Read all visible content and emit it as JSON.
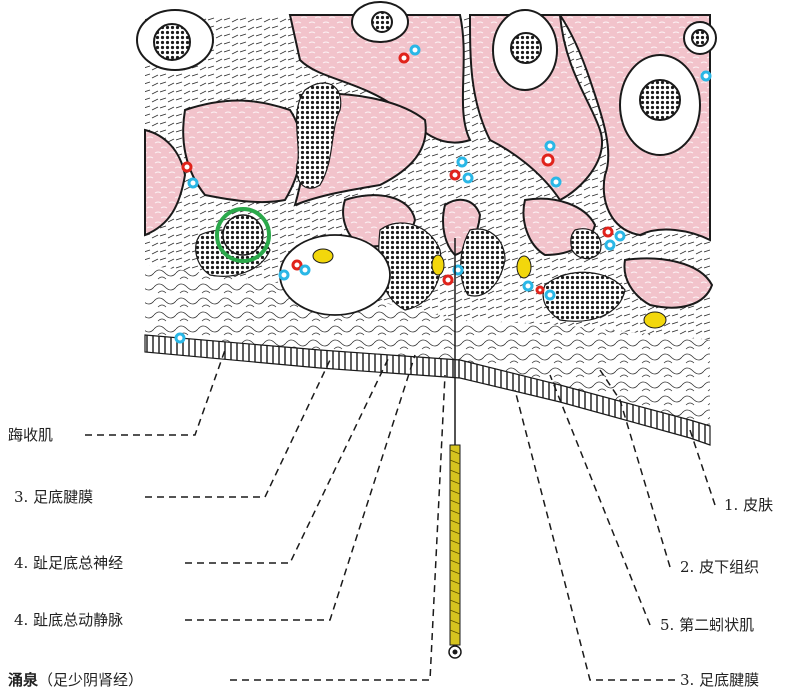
{
  "labels_left": [
    {
      "key": "hallucis",
      "text": "踇收肌"
    },
    {
      "key": "aponeurosis_left",
      "text": "3. 足底腱膜"
    },
    {
      "key": "nerve",
      "text": "4. 趾足底总神经"
    },
    {
      "key": "vessels",
      "text": "4. 趾底总动静脉"
    }
  ],
  "acupoint": {
    "name": "涌泉",
    "meridian": "（足少阴肾经）"
  },
  "labels_right": [
    {
      "key": "skin",
      "text": "1. 皮肤"
    },
    {
      "key": "subcutaneous",
      "text": "2. 皮下组织"
    },
    {
      "key": "lumbrical",
      "text": "5. 第二蚓状肌"
    },
    {
      "key": "aponeurosis_right",
      "text": "3. 足底腱膜"
    }
  ],
  "colors": {
    "muscle": "#f2c3cb",
    "artery": "#e0231b",
    "vein": "#2ab7e6",
    "nerve": "#f2d70c",
    "needle": "#d6c41f",
    "highlight_ring": "#2aa84a",
    "ink": "#1a1a1a"
  }
}
